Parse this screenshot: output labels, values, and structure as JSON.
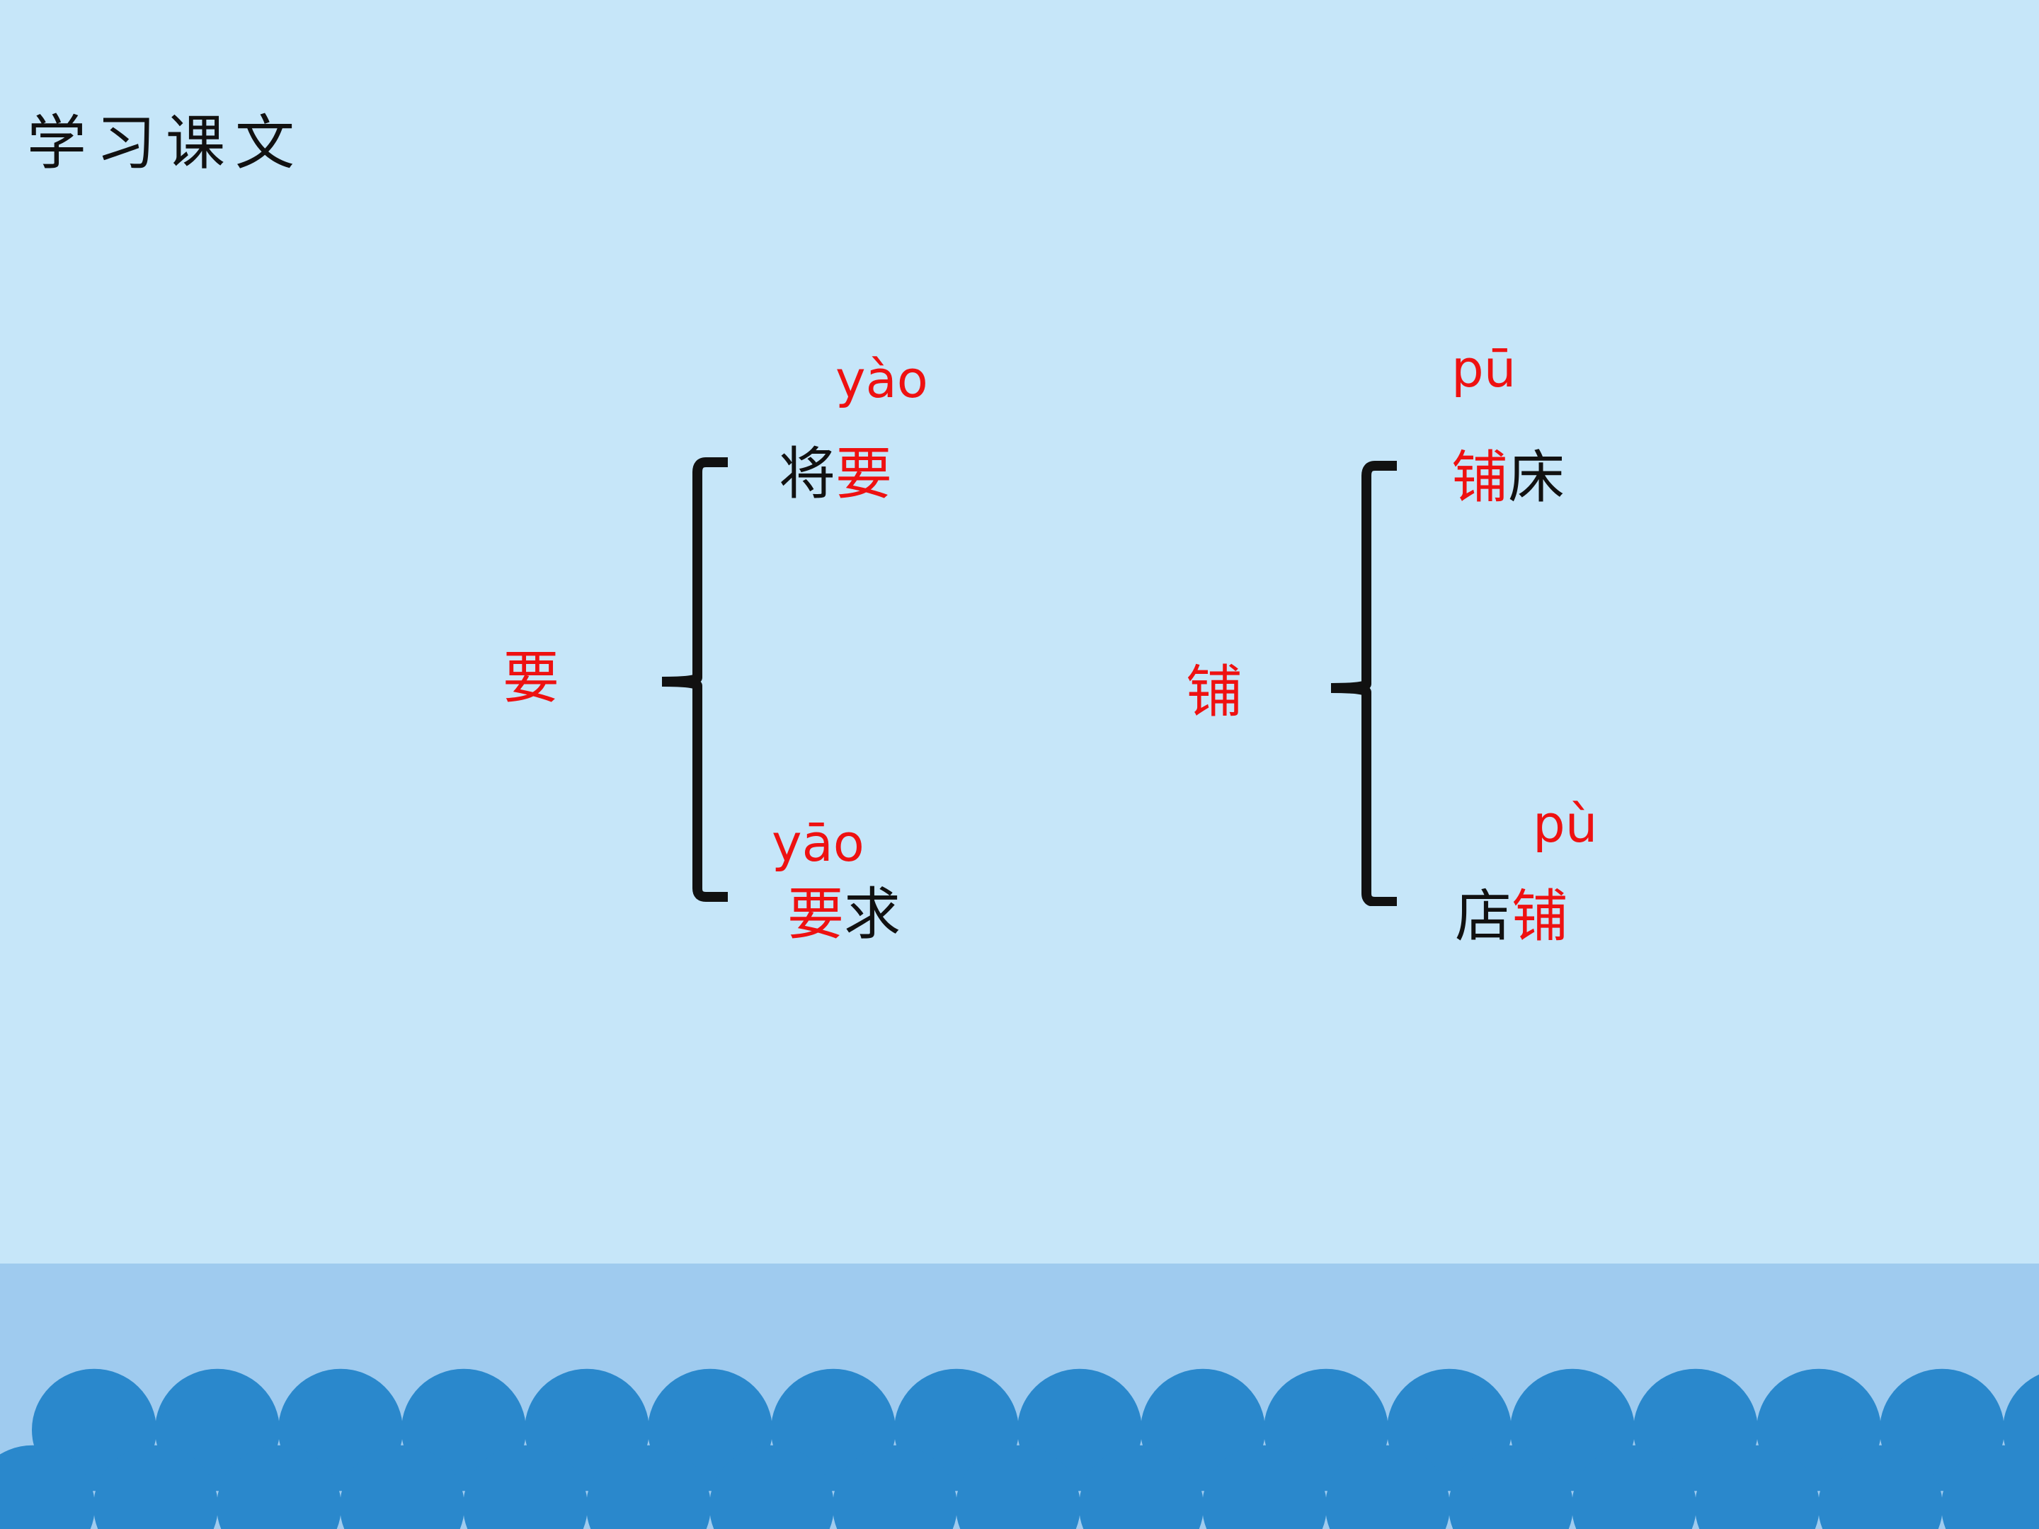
{
  "slide": {
    "title": "学习课文",
    "colors": {
      "background": "#c6e6f9",
      "band": "#9fcbef",
      "waves": "#2a88cc",
      "accent_red": "#ee1111",
      "text_black": "#111111"
    }
  },
  "groups": [
    {
      "head_char": "要",
      "entries": [
        {
          "pinyin": "yào",
          "chars": [
            "将",
            "要"
          ]
        },
        {
          "pinyin": "yāo",
          "chars": [
            "要",
            "求"
          ]
        }
      ]
    },
    {
      "head_char": "铺",
      "entries": [
        {
          "pinyin": "pū",
          "chars": [
            "铺",
            "床"
          ]
        },
        {
          "pinyin": "pù",
          "chars": [
            "店",
            "铺"
          ]
        }
      ]
    }
  ]
}
